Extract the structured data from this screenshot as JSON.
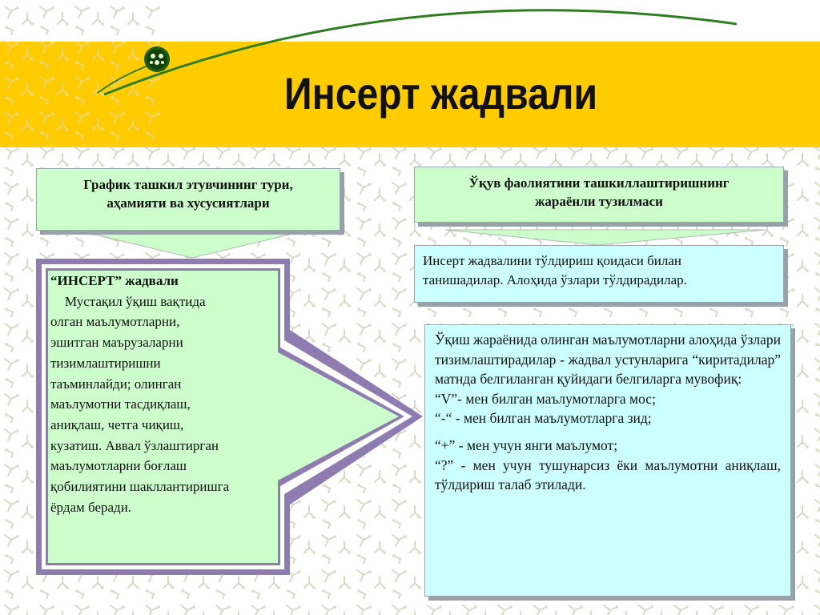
{
  "slide": {
    "title": "Инсерт жадвали"
  },
  "left_header": {
    "lines": [
      "График ташкил этувчининг тури,",
      "аҳамияти ва хусусиятлари"
    ]
  },
  "right_header": {
    "lines": [
      "Ўқув фаолиятини ташкиллаштиришнинг",
      "жараёнли тузилмаси"
    ]
  },
  "insert_box": {
    "heading": "“ИНСЕРТ” жадвали",
    "lines": [
      "Мустақил ўқиш вақтида",
      "олган маълумотларни,",
      "эшитган маърузаларни",
      "тизимлаштиришни",
      "таъминлайди; олинган",
      "маълумотни тасдиқлаш,",
      "аниқлаш, четга чиқиш,",
      "кузатиш. Аввал ўзлаштирган",
      "маълумотларни боғлаш",
      "қобилиятини шакллантиришга",
      "ёрдам беради."
    ]
  },
  "step1": {
    "lines": [
      "Инсерт жадвалини тўлдириш қоидаси билан",
      "танишадилар. Алоҳида ўзлари тўлдирадилар."
    ]
  },
  "step2": {
    "intro": "Ўқиш жараёнида олинган маълумотларни алоҳида ўзлари тизимлаштирадилар - жадвал устунларига “киритадилар” матнда белгиланган қуйидаги белгиларга мувофиқ:",
    "markers": [
      "“V”- мен билган маълумотларга мос;",
      "“-“ - мен билган маълумотларга зид;",
      "“+” - мен учун янги маълумот;",
      "“?” - мен учун тушунарсиз ёки маълумотни аниқлаш, тўлдириш талаб этилади."
    ]
  },
  "colors": {
    "title_band": "#ffcc00",
    "green_box": "#ccffcc",
    "cyan_box": "#ccffff",
    "arrow_fill": "#ccffcc",
    "arrow_border": "#8e7bb0",
    "curve": "#2e7d1e"
  },
  "icons": {
    "background": "molecule-pattern",
    "title_ornament": "green-dot-icon"
  }
}
